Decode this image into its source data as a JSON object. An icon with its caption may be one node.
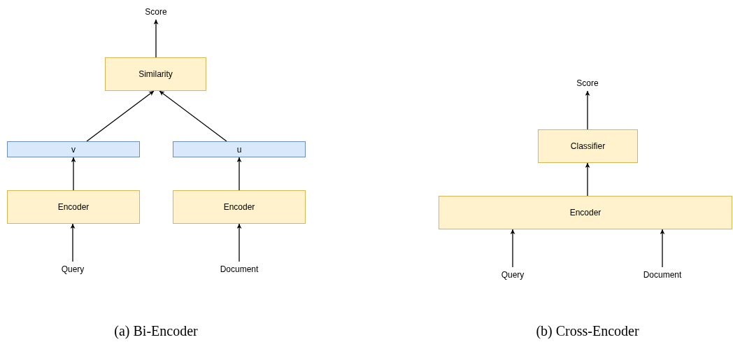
{
  "diagram": {
    "nodes": [
      {
        "text": [
          "Score"
        ]
      },
      {
        "text": [
          "Similarity"
        ]
      },
      {
        "text": [
          "v"
        ]
      },
      {
        "text": [
          "u"
        ]
      },
      {
        "text": [
          "Encoder"
        ]
      },
      {
        "text": [
          "Encoder"
        ]
      },
      {
        "text": [
          "Query"
        ]
      },
      {
        "text": [
          "Document"
        ]
      },
      {
        "text": [
          "Score"
        ]
      },
      {
        "text": [
          "Classifier"
        ]
      },
      {
        "text": [
          "Encoder"
        ]
      },
      {
        "text": [
          "Query"
        ]
      },
      {
        "text": [
          "Document"
        ]
      }
    ],
    "edges": [
      {
        "from": 1,
        "to": 0,
        "arrow": "to"
      },
      {
        "from": 2,
        "to": 1,
        "arrow": "to"
      },
      {
        "from": 3,
        "to": 1,
        "arrow": "to"
      },
      {
        "from": 4,
        "to": 2,
        "arrow": "to"
      },
      {
        "from": 5,
        "to": 3,
        "arrow": "to"
      },
      {
        "from": 6,
        "to": 4,
        "arrow": "to"
      },
      {
        "from": 7,
        "to": 5,
        "arrow": "to"
      },
      {
        "from": 9,
        "to": 8,
        "arrow": "to"
      },
      {
        "from": 10,
        "to": 9,
        "arrow": "to"
      },
      {
        "from": 11,
        "to": 10,
        "arrow": "to"
      },
      {
        "from": 12,
        "to": 10,
        "arrow": "to"
      }
    ],
    "labels": [
      "(a) Bi-Encoder",
      "(b) Cross-Encoder"
    ]
  }
}
